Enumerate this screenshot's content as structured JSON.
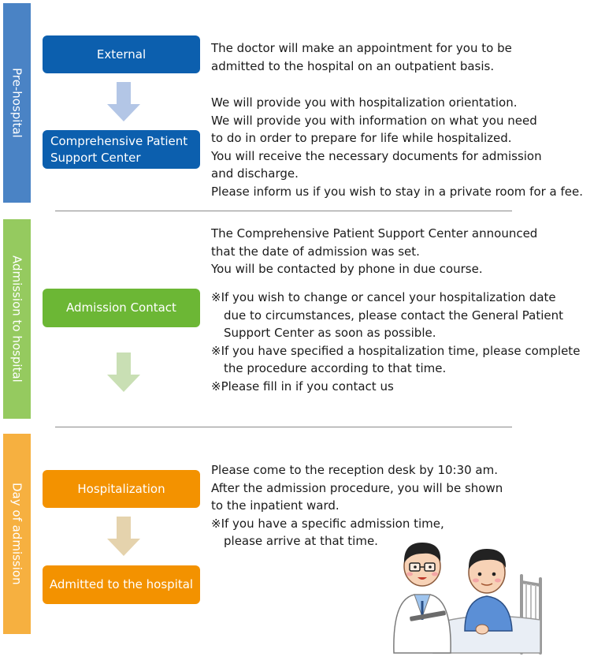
{
  "sections": {
    "pre_hospital": "Pre-hospital",
    "admission": "Admission to hospital",
    "day_of": "Day of admission"
  },
  "boxes": {
    "external": "External",
    "support_center": "Comprehensive Patient Support Center",
    "admission_contact": "Admission Contact",
    "hospitalization": "Hospitalization",
    "admitted": "Admitted to the hospital"
  },
  "text": {
    "external": [
      "The doctor will make an appointment for you to be",
      "admitted to the hospital on an outpatient basis."
    ],
    "support_center": [
      "We will provide you with hospitalization orientation.",
      "We will provide you with information on what you need",
      "to do in order to prepare for life while hospitalized.",
      "You will receive the necessary documents for admission",
      "and discharge.",
      "Please inform us if you wish to stay in a private room for a fee."
    ],
    "admission_intro": [
      "The Comprehensive Patient Support Center announced",
      "that the date of admission was set.",
      "You will be contacted by phone in due course."
    ],
    "admission_notes": [
      "※If you wish to change or cancel your hospitalization date",
      "due to circumstances, please contact the General Patient",
      "Support Center as soon as possible.",
      "※If you have specified a hospitalization time, please complete",
      "the procedure according to that time.",
      "※Please fill in if you contact us"
    ],
    "day_of": [
      "Please come to the reception desk by 10:30 am.",
      "After the admission procedure, you will be shown",
      "to the inpatient ward.",
      "※If you have a specific admission time,",
      "please arrive at that time."
    ]
  },
  "colors": {
    "blue": "#0c5fae",
    "green": "#6cb735",
    "orange": "#f39200"
  },
  "illustration": "doctor-and-patient-illustration"
}
